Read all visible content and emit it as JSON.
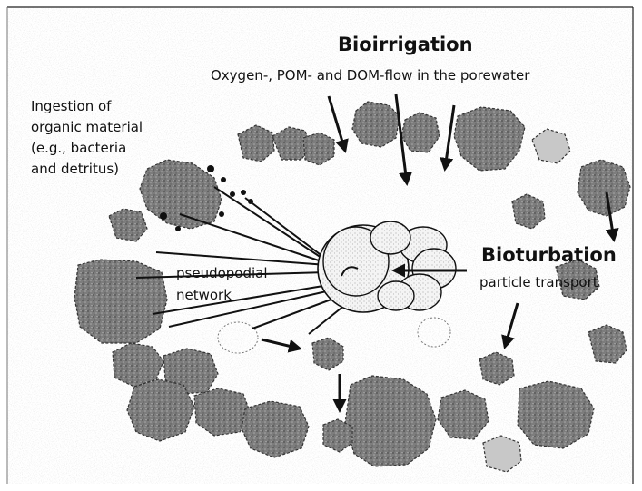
{
  "labels": {
    "bioirrigation_title": "Bioirrigation",
    "bioirrigation_sub": "Oxygen-, POM- and DOM-flow in the porewater",
    "ingestion_line1": "Ingestion of",
    "ingestion_line2": "organic material",
    "ingestion_line3": "(e.g., bacteria",
    "ingestion_line4": "and detritus)",
    "bioturbation_title": "Bioturbation",
    "bioturbation_sub": "particle transport",
    "pseudopodial_line1": "pseudopodial",
    "pseudopodial_line2": "network"
  }
}
